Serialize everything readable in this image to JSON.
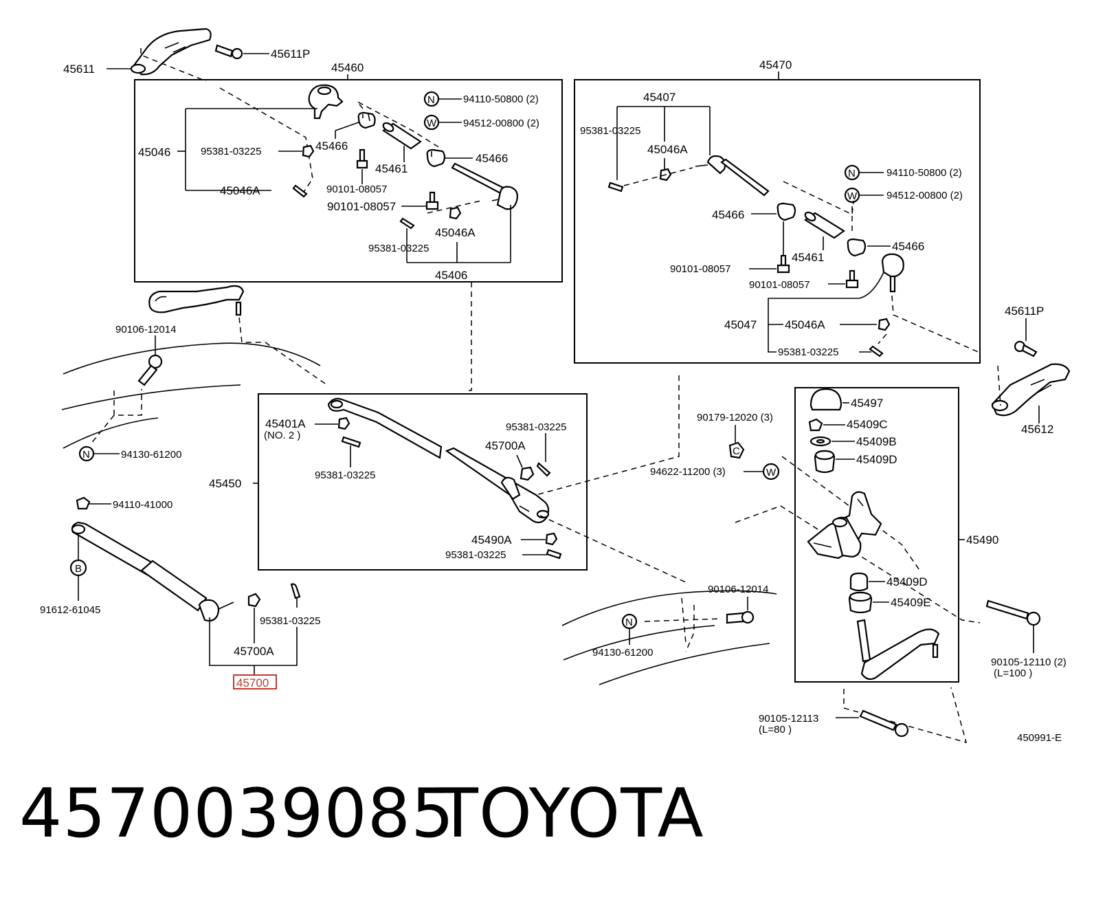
{
  "footer": {
    "part_number": "4570039085",
    "brand": "TOYOTA"
  },
  "highlight_part": "45700",
  "diagram_code": "450991-E",
  "symbols": {
    "N": "N",
    "W": "W",
    "B": "B",
    "C": "C"
  },
  "labels": {
    "l45611": "45611",
    "l45611P_top": "45611P",
    "l45460": "45460",
    "l45470": "45470",
    "l94110_left": "94110-50800 (2)",
    "l94512_left": "94512-00800 (2)",
    "l45046": "45046",
    "l95381_a": "95381-03225",
    "l45046A_a": "45046A",
    "l45466_a": "45466",
    "l45461_a": "45461",
    "l45466_b": "45466",
    "l90101_a": "90101-08057",
    "l90101_b": "90101-08057",
    "l95381_b": "95381-03225",
    "l45046A_b": "45046A",
    "l45406": "45406",
    "l45407": "45407",
    "l95381_c": "95381-03225",
    "l45046A_c": "45046A",
    "l94110_right": "94110-50800 (2)",
    "l94512_right": "94512-00800 (2)",
    "l45466_c": "45466",
    "l45461_b": "45461",
    "l45466_d": "45466",
    "l90101_c": "90101-08057",
    "l90101_d": "90101-08057",
    "l45047": "45047",
    "l45046A_d": "45046A",
    "l95381_d": "95381-03225",
    "l45611P_right": "45611P",
    "l45612": "45612",
    "l90106_a": "90106-12014",
    "l94130_a": "94130-61200",
    "l45401A": "45401A",
    "lNo2": "(NO. 2 )",
    "l95381_e": "95381-03225",
    "l95381_f": "95381-03225",
    "l45700A_a": "45700A",
    "l45450": "45450",
    "l45490A": "45490A",
    "l95381_g": "95381-03225",
    "l94110_41000": "94110-41000",
    "l91612": "91612-61045",
    "l95381_h": "95381-03225",
    "l45700A_b": "45700A",
    "l90179": "90179-12020 (3)",
    "l94622": "94622-11200 (3)",
    "l45497": "45497",
    "l45409C": "45409C",
    "l45409B": "45409B",
    "l45409D_a": "45409D",
    "l45490": "45490",
    "l45409D_b": "45409D",
    "l45409E": "45409E",
    "l90106_b": "90106-12014",
    "l94130_b": "94130-61200",
    "l90105_12110": "90105-12110 (2)",
    "lL100": "(L=100 )",
    "l90105_12113": "90105-12113",
    "lL80": "(L=80 )"
  }
}
